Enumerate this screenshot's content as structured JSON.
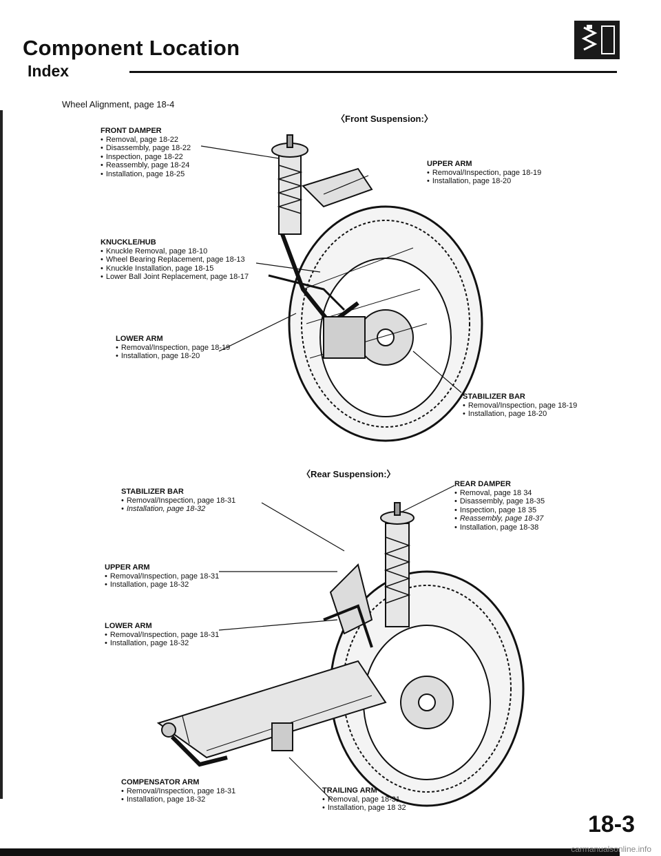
{
  "header": {
    "title": "Component Location",
    "subtitle": "Index"
  },
  "intro": "Wheel Alignment, page 18-4",
  "front": {
    "heading": "〈Front Suspension:〉",
    "front_damper": {
      "title": "FRONT DAMPER",
      "items": [
        "Removal, page 18-22",
        "Disassembly, page 18-22",
        "Inspection, page 18-22",
        "Reassembly, page 18-24",
        "Installation, page 18-25"
      ]
    },
    "upper_arm": {
      "title": "UPPER ARM",
      "items": [
        "Removal/Inspection, page 18-19",
        "Installation, page 18-20"
      ]
    },
    "knuckle_hub": {
      "title": "KNUCKLE/HUB",
      "items": [
        "Knuckle Removal, page 18-10",
        "Wheel Bearing Replacement, page 18-13",
        "Knuckle Installation, page 18-15",
        "Lower Ball Joint Replacement, page 18-17"
      ]
    },
    "lower_arm": {
      "title": "LOWER ARM",
      "items": [
        "Removal/Inspection, page 18-19",
        "Installation, page 18-20"
      ]
    },
    "stabilizer_bar": {
      "title": "STABILIZER BAR",
      "items": [
        "Removal/Inspection, page 18-19",
        "Installation, page 18-20"
      ]
    }
  },
  "rear": {
    "heading": "〈Rear Suspension:〉",
    "rear_damper": {
      "title": "REAR DAMPER",
      "items": [
        "Removal, page 18 34",
        "Disassembly, page 18-35",
        "Inspection, page 18 35",
        "Reassembly, page 18-37",
        "Installation, page 18-38"
      ]
    },
    "stabilizer_bar": {
      "title": "STABILIZER BAR",
      "items": [
        "Removal/Inspection, page 18-31",
        "Installation, page 18-32"
      ]
    },
    "upper_arm": {
      "title": "UPPER ARM",
      "items": [
        "Removal/Inspection, page 18-31",
        "Installation, page 18-32"
      ]
    },
    "lower_arm": {
      "title": "LOWER ARM",
      "items": [
        "Removal/Inspection, page 18-31",
        "Installation, page 18-32"
      ]
    },
    "compensator_arm": {
      "title": "COMPENSATOR ARM",
      "items": [
        "Removal/Inspection, page 18-31",
        "Installation, page 18-32"
      ]
    },
    "trailing_arm": {
      "title": "TRAILING ARM",
      "items": [
        "Removal, page 18-31",
        "Installation, page 18 32"
      ]
    }
  },
  "page_number": "18-3",
  "watermark": "carmanualsonline.info"
}
